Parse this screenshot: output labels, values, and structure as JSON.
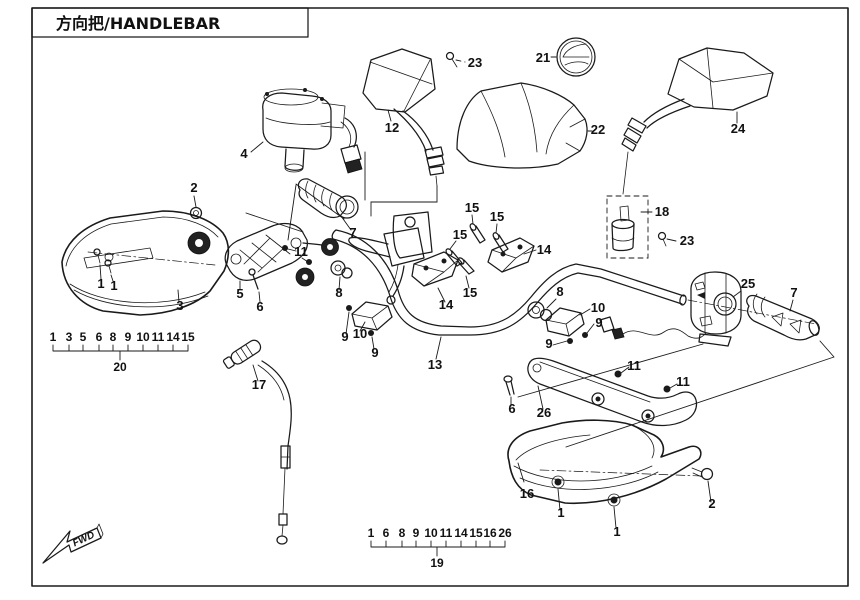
{
  "title": "方向把/HANDLEBAR",
  "fwd": "FWD",
  "colors": {
    "ink": "#1a1a1a",
    "background": "#ffffff"
  },
  "callouts": [
    "23",
    "21",
    "12",
    "22",
    "24",
    "4",
    "18",
    "23",
    "2",
    "15",
    "15",
    "15",
    "14",
    "11",
    "7",
    "8",
    "14",
    "15",
    "8",
    "10",
    "9",
    "25",
    "7",
    "5",
    "6",
    "3",
    "1",
    "1",
    "9",
    "10",
    "9",
    "13",
    "9",
    "17",
    "11",
    "11",
    "6",
    "26",
    "16",
    "1",
    "1",
    "2"
  ],
  "groups": {
    "g20": {
      "label": "20",
      "items": [
        "1",
        "3",
        "5",
        "6",
        "8",
        "9",
        "10",
        "11",
        "14",
        "15"
      ]
    },
    "g19": {
      "label": "19",
      "items": [
        "1",
        "6",
        "8",
        "9",
        "10",
        "11",
        "14",
        "15",
        "16",
        "26"
      ]
    }
  }
}
